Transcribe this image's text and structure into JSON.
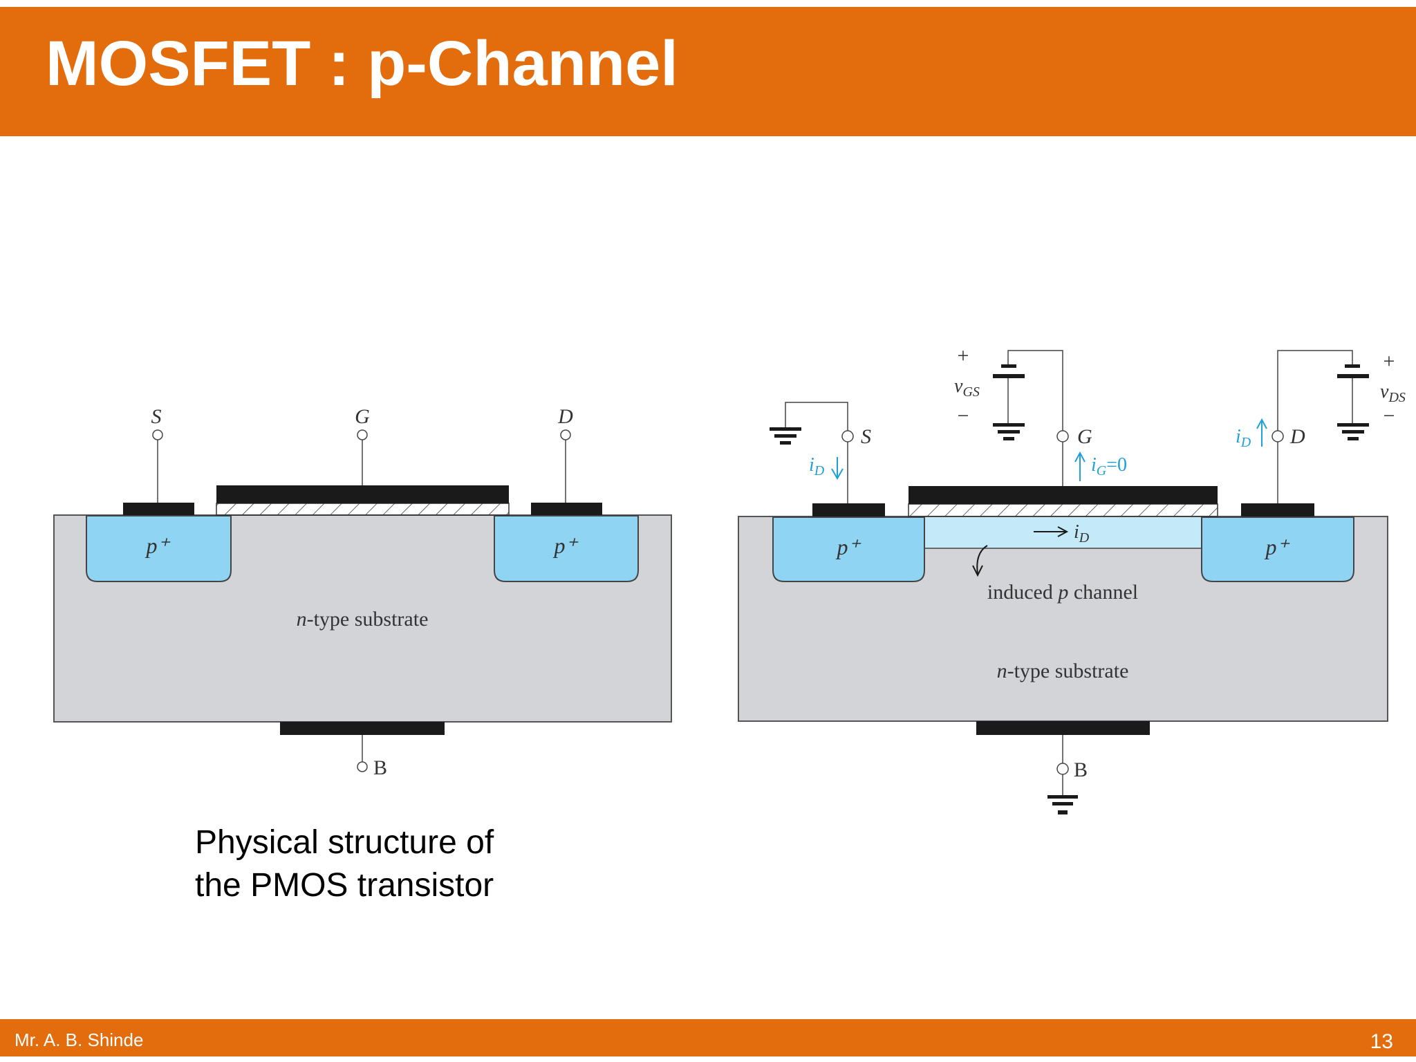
{
  "slide": {
    "title": "MOSFET : p-Channel",
    "caption_line1": "Physical structure of",
    "caption_line2": "the PMOS transistor",
    "author": "Mr. A. B. Shinde",
    "page_number": "13"
  },
  "left_diagram": {
    "terminal_source": "S",
    "terminal_gate": "G",
    "terminal_drain": "D",
    "terminal_body": "B",
    "region_left": "p⁺",
    "region_right": "p⁺",
    "substrate_label_italic": "n",
    "substrate_label_rest": "-type substrate"
  },
  "right_diagram": {
    "terminal_source": "S",
    "terminal_gate": "G",
    "terminal_drain": "D",
    "terminal_body": "B",
    "region_left": "p⁺",
    "region_right": "p⁺",
    "vgs_plus": "+",
    "vgs_minus": "−",
    "vgs_label": "v",
    "vgs_sub": "GS",
    "vds_plus": "+",
    "vds_minus": "−",
    "vds_label": "v",
    "vds_sub": "DS",
    "current_id": "i",
    "current_id_sub": "D",
    "current_ig": "i",
    "current_ig_sub": "G",
    "current_ig_value": "=0",
    "channel_label_prefix": "induced ",
    "channel_label_italic": "p",
    "channel_label_suffix": " channel",
    "substrate_label_italic": "n",
    "substrate_label_rest": "-type substrate"
  },
  "colors": {
    "accent": "#E36C0D",
    "p_region": "#8FD4F3",
    "channel": "#C4E9F8",
    "substrate": "#D2D4D7",
    "current": "#1FA0D8"
  }
}
